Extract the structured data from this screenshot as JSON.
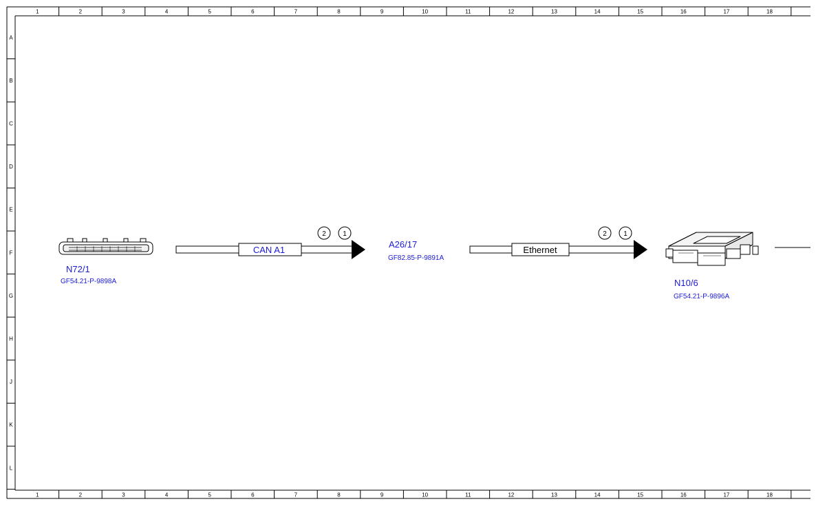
{
  "colors": {
    "frame": "#000000",
    "link_text": "#1a1ad6",
    "label_text": "#000000",
    "paper": "#ffffff"
  },
  "ruler": {
    "columns": [
      "1",
      "2",
      "3",
      "4",
      "5",
      "6",
      "7",
      "8",
      "9",
      "10",
      "11",
      "12",
      "13",
      "14",
      "15",
      "16",
      "17",
      "18"
    ],
    "rows": [
      "A",
      "B",
      "C",
      "D",
      "E",
      "F",
      "G",
      "H",
      "J",
      "K",
      "L"
    ]
  },
  "components": {
    "n72": {
      "name": "N72/1",
      "ref": "GF54.21-P-9898A",
      "icon": "connector-module-icon"
    },
    "a26": {
      "name": "A26/17",
      "ref": "GF82.85-P-9891A"
    },
    "n10": {
      "name": "N10/6",
      "ref": "GF54.21-P-9896A",
      "icon": "control-unit-icon"
    }
  },
  "buses": {
    "can": {
      "label": "CAN A1",
      "markers": [
        "2",
        "1"
      ]
    },
    "ethernet": {
      "label": "Ethernet",
      "markers": [
        "2",
        "1"
      ]
    }
  }
}
